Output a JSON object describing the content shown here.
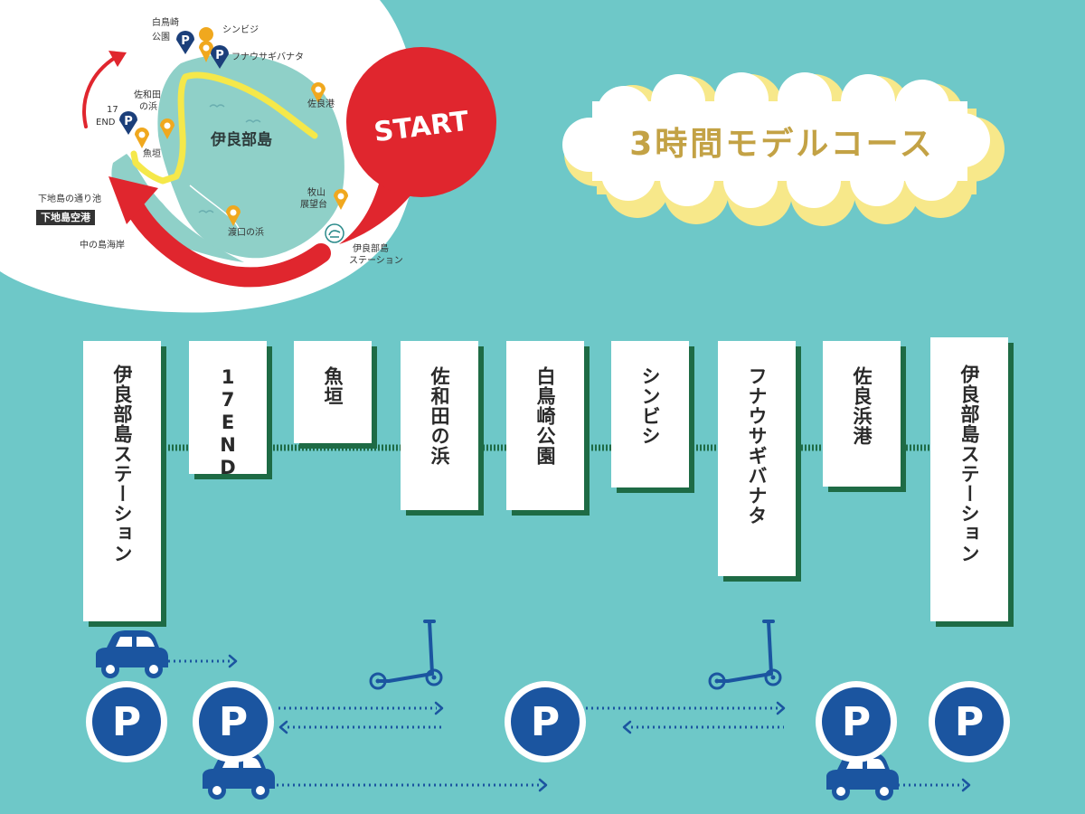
{
  "title": "3時間モデルコース",
  "start_label": "START",
  "map": {
    "island_label": "伊良部島",
    "labels": {
      "shirasaki": "白鳥崎",
      "shirasaki2": "公園",
      "shinbiji": "シンビジ",
      "funausagi": "フナウサギバナタ",
      "sawada": "佐和田",
      "sawada2": "の浜",
      "end17a": "17",
      "end17b": "END",
      "uogaki": "魚垣",
      "sarahama": "佐良港",
      "makiyama": "牧山",
      "makiyama2": "展望台",
      "toriike": "下地島の通り池",
      "airport": "下地島空港",
      "toguchi": "渡口の浜",
      "nakanoshima": "中の島海岸",
      "station1": "伊良部島",
      "station2": "ステーション"
    }
  },
  "stops": [
    "伊良部島ステーション",
    "17END",
    "魚垣",
    "佐和田の浜",
    "白鳥崎公園",
    "シンビシ",
    "フナウサギバナタ",
    "佐良浜港",
    "伊良部島ステーション"
  ],
  "transport_legend": {
    "parking_symbol": "P"
  },
  "colors": {
    "background": "#6ec8c8",
    "card_shadow": "#1e6b45",
    "route_line": "#1e6b45",
    "parking_blue": "#1b55a0",
    "title_gold": "#c3a245",
    "title_cloud": "#f7e88a",
    "start_red": "#e0262e",
    "island_route": "#f5e84a",
    "map_pin": "#f0a81e"
  }
}
